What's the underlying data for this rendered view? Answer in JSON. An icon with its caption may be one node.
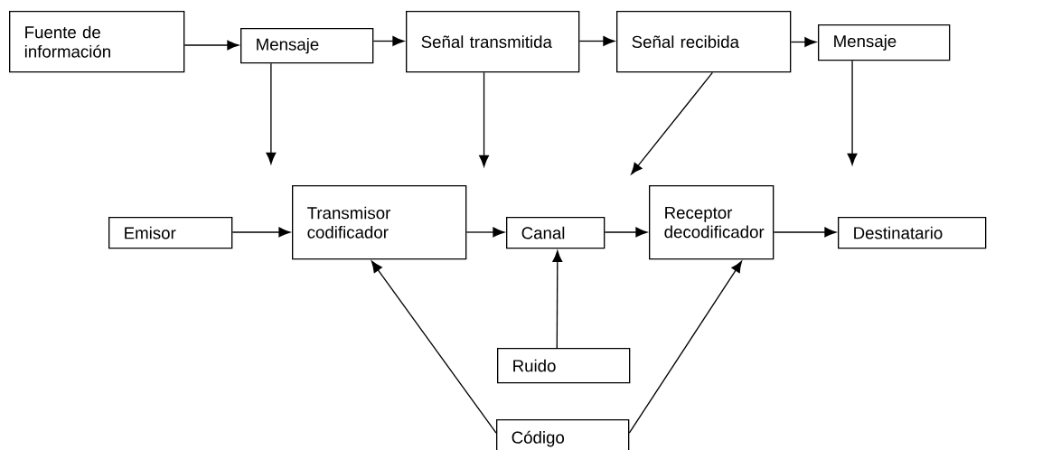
{
  "diagram": {
    "nodes": [
      {
        "text": [
          "Fuente de información"
        ]
      },
      {
        "text": [
          "Mensaje"
        ]
      },
      {
        "text": [
          "Señal transmitida"
        ]
      },
      {
        "text": [
          "Señal recibida"
        ]
      },
      {
        "text": [
          "Mensaje"
        ]
      },
      {
        "text": [
          "Emisor"
        ]
      },
      {
        "text": [
          "Transmisor codificador"
        ]
      },
      {
        "text": [
          "Canal"
        ]
      },
      {
        "text": [
          "Receptor decodificador"
        ]
      },
      {
        "text": [
          "Destinatario"
        ]
      },
      {
        "text": [
          "Ruido"
        ]
      },
      {
        "text": [
          "Código"
        ]
      }
    ],
    "edges": [
      {
        "from": 0,
        "to": 1,
        "arrow": "to"
      },
      {
        "from": 1,
        "to": 2,
        "arrow": "to"
      },
      {
        "from": 2,
        "to": 3,
        "arrow": "to"
      },
      {
        "from": 3,
        "to": 4,
        "arrow": "to"
      },
      {
        "from": 1,
        "to": null,
        "arrow": "to"
      },
      {
        "from": 2,
        "to": null,
        "arrow": "to"
      },
      {
        "from": 3,
        "to": null,
        "arrow": "to"
      },
      {
        "from": 4,
        "to": null,
        "arrow": "to"
      },
      {
        "from": 5,
        "to": 6,
        "arrow": "to"
      },
      {
        "from": 6,
        "to": 7,
        "arrow": "to"
      },
      {
        "from": 7,
        "to": 8,
        "arrow": "to"
      },
      {
        "from": 8,
        "to": 9,
        "arrow": "to"
      },
      {
        "from": 10,
        "to": 7,
        "arrow": "to"
      },
      {
        "from": 11,
        "to": 6,
        "arrow": "to"
      },
      {
        "from": 11,
        "to": 8,
        "arrow": "to"
      }
    ]
  }
}
